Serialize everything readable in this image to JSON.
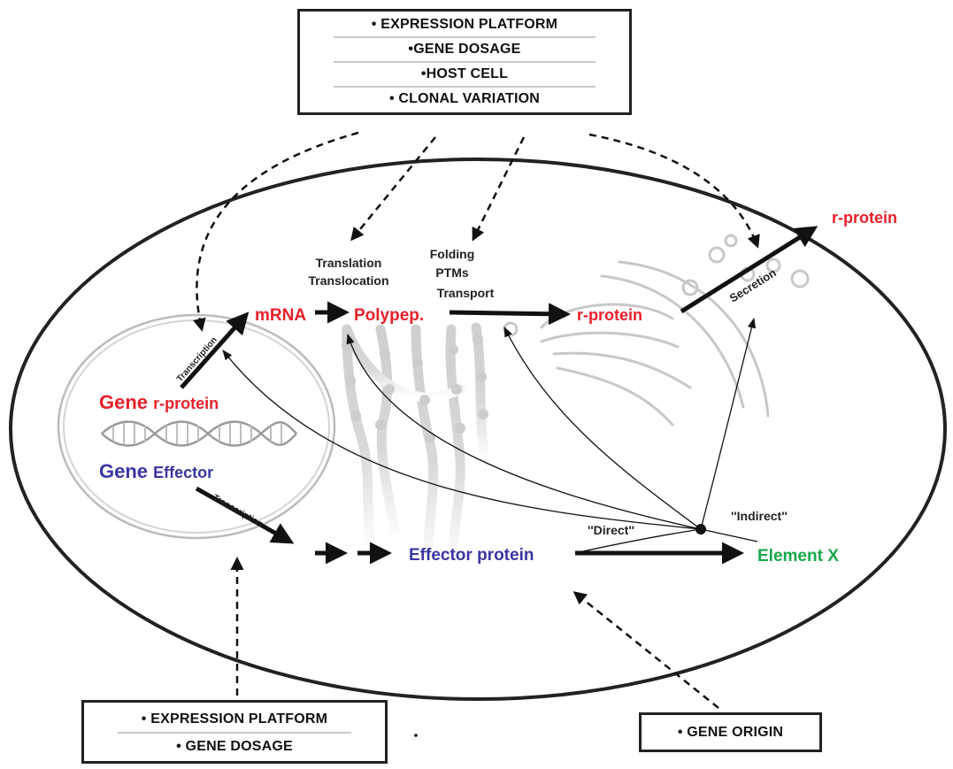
{
  "top_factors": [
    "• EXPRESSION PLATFORM",
    "•GENE DOSAGE",
    "•HOST CELL",
    "• CLONAL VARIATION"
  ],
  "bottom_factors": [
    "• EXPRESSION PLATFORM",
    "• GENE DOSAGE"
  ],
  "gene_origin": "• GENE ORIGIN",
  "nodes": {
    "gene_prefix": "Gene",
    "gene_rprotein": "r-protein",
    "gene_effector": "Effector",
    "mrna": "mRNA",
    "polypep": "Polypep.",
    "rprotein_inner": "r-protein",
    "rprotein_outer": "r-protein",
    "effector_protein": "Effector protein",
    "element_x": "Element X"
  },
  "process_labels": {
    "transcription_1": "Transcription",
    "transcription_2": "Transcription",
    "translation": "Translation",
    "translocation": "Translocation",
    "folding": "Folding",
    "ptms": "PTMs",
    "transport": "Transport",
    "secretion": "Secretion",
    "direct": "''Direct''",
    "indirect": "''Indirect''"
  },
  "colors": {
    "red": "#e8202a",
    "blue": "#3a36a0",
    "green": "#17a84a",
    "dark": "#222222"
  }
}
